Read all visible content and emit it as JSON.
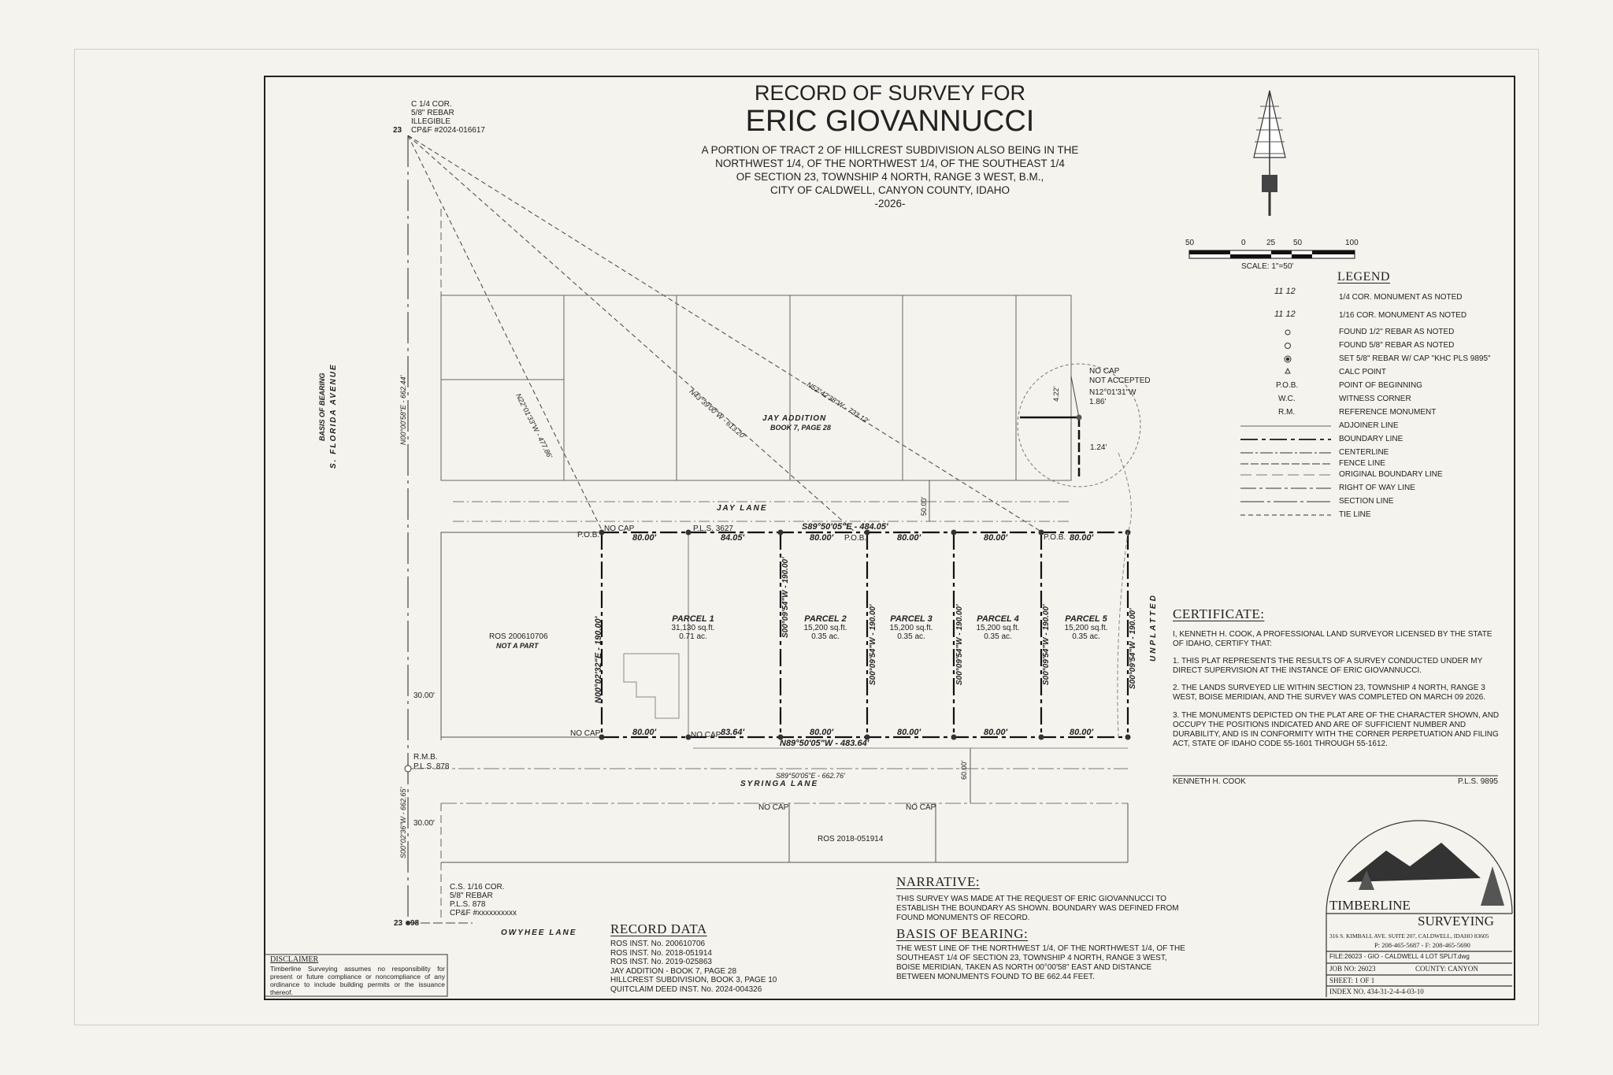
{
  "title": {
    "line1": "RECORD OF SURVEY FOR",
    "line2": "ERIC GIOVANNUCCI",
    "desc": [
      "A PORTION OF TRACT 2 OF HILLCREST SUBDIVISION ALSO BEING IN THE",
      "NORTHWEST 1/4, OF THE NORTHWEST 1/4, OF THE SOUTHEAST 1/4",
      "OF SECTION 23, TOWNSHIP 4 NORTH, RANGE 3 WEST, B.M.,",
      "CITY OF CALDWELL, CANYON COUNTY, IDAHO",
      "-2026-"
    ]
  },
  "scale": {
    "ticks": [
      "50",
      "0",
      "25",
      "50",
      "100"
    ],
    "label": "SCALE:  1\"=50'"
  },
  "legend": {
    "title": "LEGEND",
    "items": [
      {
        "sym": "11 12",
        "label": "1/4 COR. MONUMENT AS NOTED"
      },
      {
        "sym": "11 12",
        "label": "1/16 COR. MONUMENT AS NOTED"
      },
      {
        "sym": "",
        "label": "FOUND 1/2\" REBAR AS NOTED"
      },
      {
        "sym": "",
        "label": "FOUND 5/8\" REBAR AS NOTED"
      },
      {
        "sym": "",
        "label": "SET 5/8\" REBAR W/ CAP \"KHC PLS 9895\""
      },
      {
        "sym": "",
        "label": "CALC POINT"
      },
      {
        "sym": "P.O.B.",
        "label": "POINT OF BEGINNING"
      },
      {
        "sym": "W.C.",
        "label": "WITNESS CORNER"
      },
      {
        "sym": "R.M.",
        "label": "REFERENCE MONUMENT"
      },
      {
        "sym": "",
        "label": "ADJOINER LINE"
      },
      {
        "sym": "",
        "label": "BOUNDARY LINE"
      },
      {
        "sym": "",
        "label": "CENTERLINE"
      },
      {
        "sym": "",
        "label": "FENCE LINE"
      },
      {
        "sym": "",
        "label": "ORIGINAL BOUNDARY LINE"
      },
      {
        "sym": "",
        "label": "RIGHT OF WAY LINE"
      },
      {
        "sym": "",
        "label": "SECTION LINE"
      },
      {
        "sym": "",
        "label": "TIE LINE"
      }
    ]
  },
  "monument_top": [
    "C 1/4 COR.",
    "5/8\" REBAR",
    "ILLEGIBLE",
    "CP&F #2024-016617"
  ],
  "monument_bottom": [
    "C.S. 1/16 COR.",
    "5/8\" REBAR",
    "P.L.S. 878",
    "CP&F #xxxxxxxxxx"
  ],
  "rmb": [
    "R.M.B.",
    "P.L.S. 878"
  ],
  "section_nums": {
    "top": "23",
    "bottom": "23",
    "bottom2": "98"
  },
  "roads": {
    "florida_basis": "BASIS OF BEARING",
    "florida": "S. FLORIDA AVENUE",
    "florida_bearing": "N00°00'58\"E - 662.44'",
    "florida_bearing2": "S00°02'36\"W - 662.65'",
    "jay": "JAY LANE",
    "syringa": "SYRINGA LANE",
    "syringa_bearing": "S89°50'05\"E - 662.76'",
    "owyhee": "OWYHEE LANE",
    "unplatted": "UNPLATTED"
  },
  "jay_addition": [
    "JAY ADDITION",
    "BOOK 7, PAGE 28"
  ],
  "tie_lines": [
    "N22°01'33\"W - 477.86'",
    "N43°39'00\"W - 613.20'",
    "N52°42'38\"W - 733.12'"
  ],
  "detail": [
    "NO CAP",
    "NOT ACCEPTED",
    "N12°01'31\"W",
    "1.86'",
    "4.22'",
    "1.24'"
  ],
  "boundary": {
    "north_bearing": "S89°50'05\"E - 484.05'",
    "south_bearing": "N89°50'05\"W - 483.64'",
    "west_bearing": "N00°02'32\"E - 190.00'",
    "lot_bearing": "S00°09'54\"W - 190.00'",
    "top_dims": [
      "80.00'",
      "84.05'",
      "80.00'",
      "80.00'",
      "80.00'",
      "80.00'"
    ],
    "bottom_dims": [
      "80.00'",
      "83.64'",
      "80.00'",
      "80.00'",
      "80.00'",
      "80.00'"
    ],
    "pob": "P.O.B.",
    "no_cap": "NO CAP",
    "pls": "P.L.S. 3627",
    "row_50": "50.00'",
    "row_60": "60.00'",
    "row_30a": "30.00'",
    "row_30b": "30.00'"
  },
  "parcels": [
    {
      "name": "PARCEL 1",
      "sqft": "31,130 sq.ft.",
      "ac": "0.71 ac."
    },
    {
      "name": "PARCEL 2",
      "sqft": "15,200 sq.ft.",
      "ac": "0.35 ac."
    },
    {
      "name": "PARCEL 3",
      "sqft": "15,200 sq.ft.",
      "ac": "0.35 ac."
    },
    {
      "name": "PARCEL 4",
      "sqft": "15,200 sq.ft.",
      "ac": "0.35 ac."
    },
    {
      "name": "PARCEL 5",
      "sqft": "15,200 sq.ft.",
      "ac": "0.35 ac."
    }
  ],
  "ros_left": [
    "ROS 200610706",
    "NOT A PART"
  ],
  "ros_bottom": "ROS 2018-051914",
  "certificate": {
    "title": "CERTIFICATE:",
    "intro": "I, KENNETH H. COOK, A PROFESSIONAL LAND SURVEYOR LICENSED BY THE STATE OF IDAHO, CERTIFY THAT:",
    "p1": "1. THIS PLAT REPRESENTS THE RESULTS OF A SURVEY CONDUCTED UNDER MY DIRECT SUPERVISION AT THE INSTANCE OF ERIC GIOVANNUCCI.",
    "p2": "2. THE LANDS SURVEYED LIE WITHIN SECTION 23, TOWNSHIP 4 NORTH, RANGE 3 WEST, BOISE MERIDIAN, AND THE SURVEY WAS COMPLETED ON MARCH 09 2026.",
    "p3": "3. THE MONUMENTS DEPICTED ON THE PLAT ARE OF THE CHARACTER SHOWN, AND OCCUPY THE POSITIONS INDICATED AND ARE OF SUFFICIENT NUMBER AND DURABILITY, AND IS IN CONFORMITY WITH THE CORNER PERPETUATION AND FILING ACT, STATE OF IDAHO CODE 55-1601 THROUGH 55-1612.",
    "signer": "KENNETH H. COOK",
    "pls": "P.L.S. 9895"
  },
  "narrative": {
    "title": "NARRATIVE:",
    "text": "THIS SURVEY WAS MADE AT THE REQUEST OF ERIC GIOVANNUCCI TO ESTABLISH THE BOUNDARY AS SHOWN. BOUNDARY WAS DEFINED FROM FOUND MONUMENTS OF RECORD."
  },
  "basis": {
    "title": "BASIS OF BEARING:",
    "text": "THE WEST LINE OF THE NORTHWEST 1/4, OF THE NORTHWEST 1/4, OF THE SOUTHEAST 1/4 OF SECTION 23, TOWNSHIP 4 NORTH, RANGE 3 WEST, BOISE MERIDIAN, TAKEN AS NORTH 00°00'58\" EAST AND DISTANCE BETWEEN MONUMENTS FOUND TO BE 662.44 FEET."
  },
  "record_data": {
    "title": "RECORD DATA",
    "items": [
      "ROS INST. No. 200610706",
      "ROS INST. No. 2018-051914",
      "ROS INST. No. 2019-025863",
      "JAY ADDITION - BOOK 7, PAGE 28",
      "HILLCREST SUBDIVISION, BOOK 3, PAGE 10",
      "QUITCLAIM DEED INST. No. 2024-004326"
    ]
  },
  "disclaimer": {
    "title": "DISCLAIMER",
    "text": "Timberline Surveying assumes no responsibility for present or future compliance or noncompliance of any ordinance to include building permits or the issuance thereof."
  },
  "company": {
    "name1": "TIMBERLINE",
    "name2": "SURVEYING",
    "address": "316 S. KIMBALL AVE. SUITE 207, CALDWELL, IDAHO 83605",
    "phone": "P: 208-465-5687  -  F: 208-465-5690",
    "file": "FILE:26023 - GIO - CALDWELL 4 LOT SPLIT.dwg",
    "job": "JOB NO: 26023",
    "county": "COUNTY: CANYON",
    "sheet": "SHEET: 1 OF 1",
    "index": "INDEX NO. 434-31-2-4-4-03-10"
  }
}
